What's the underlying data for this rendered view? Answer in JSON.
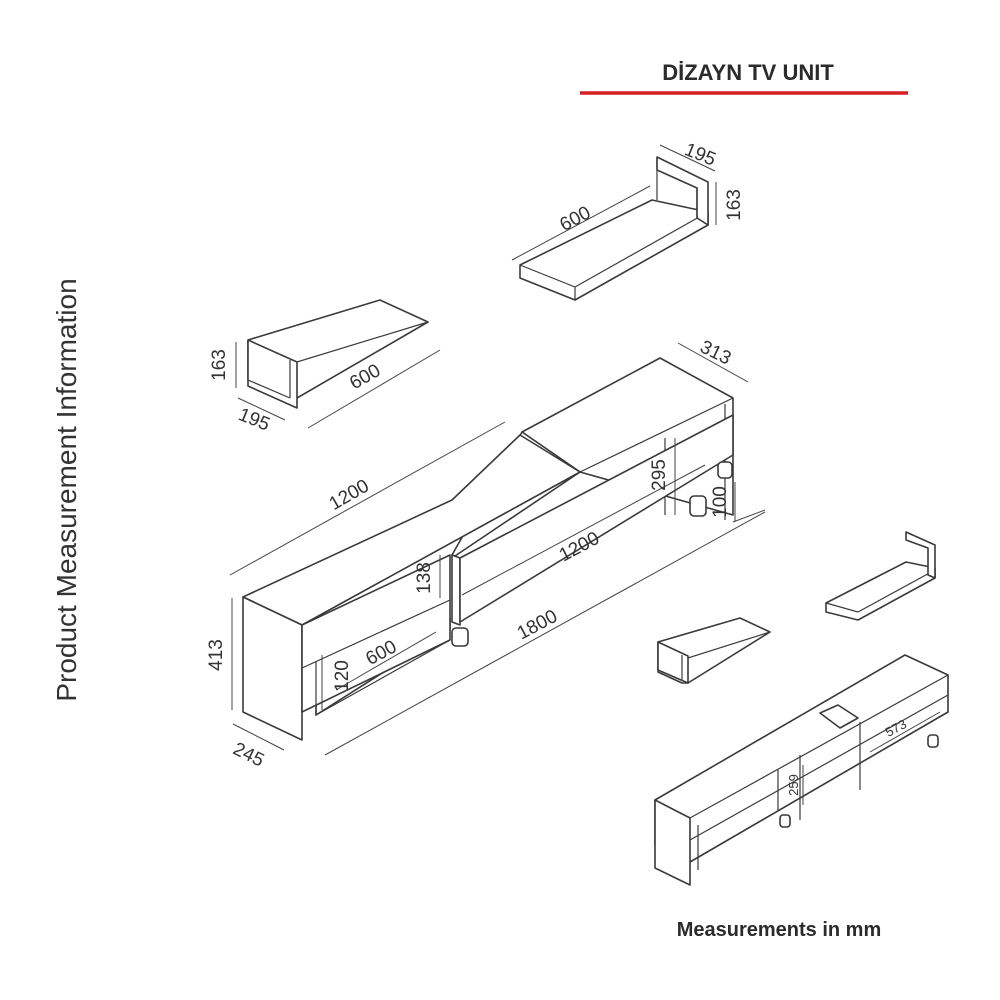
{
  "header": {
    "title": "DİZAYN TV UNIT",
    "accent_color": "#d42020"
  },
  "side_label": "Product Measurement Information",
  "footer": {
    "note": "Measurements in mm"
  },
  "dimensions": {
    "shelf_right_depth": "195",
    "shelf_right_height": "163",
    "shelf_right_length": "600",
    "shelf_left_height": "163",
    "shelf_left_length": "600",
    "shelf_left_depth": "195",
    "unit_depth_right": "313",
    "unit_top_length": "1200",
    "unit_inner_height": "295",
    "unit_leg_height": "100",
    "unit_front_length": "1200",
    "unit_overall_length": "1800",
    "unit_height": "413",
    "unit_depth_left": "245",
    "compartment_height": "138",
    "compartment_width": "600",
    "drawer_height": "120",
    "mini_compartment_width": "573",
    "mini_compartment_height": "259"
  }
}
